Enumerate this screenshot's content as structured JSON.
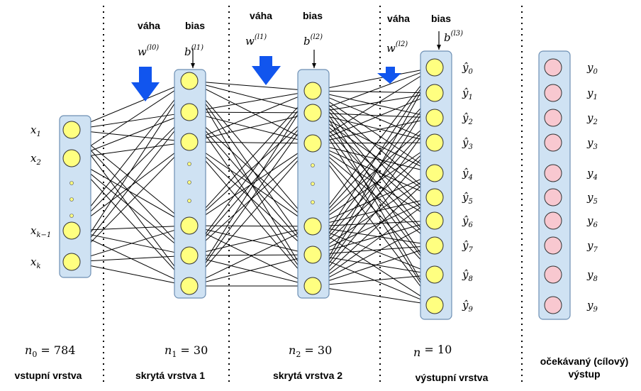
{
  "layers": [
    {
      "n_label": "n0 = 784",
      "n_sym": "n",
      "n_sub": "0",
      "n_eq": " = 784",
      "name": "vstupní vrstva",
      "input_labels": [
        {
          "base": "x",
          "sub": "1"
        },
        {
          "base": "x",
          "sub": "2"
        },
        {
          "base": "x",
          "sub": "k−1"
        },
        {
          "base": "x",
          "sub": "k"
        }
      ]
    },
    {
      "n_sym": "n",
      "n_sub": "1",
      "n_eq": " = 30",
      "name": "skrytá vrstva 1",
      "weight_word": "váha",
      "bias_word": "bias",
      "weight_sym": "w",
      "weight_sup": "(l0)",
      "bias_sym": "b",
      "bias_sup": "(l1)"
    },
    {
      "n_sym": "n",
      "n_sub": "2",
      "n_eq": " = 30",
      "name": "skrytá vrstva 2",
      "weight_word": "váha",
      "bias_word": "bias",
      "weight_sym": "w",
      "weight_sup": "(l1)",
      "bias_sym": "b",
      "bias_sup": "(l2)"
    },
    {
      "n_sym": "n",
      "n_sub": "",
      "n_eq": " = 10",
      "name": "výstupní vrstva",
      "weight_word": "váha",
      "bias_word": "bias",
      "weight_sym": "w",
      "weight_sup": "(l2)",
      "bias_sym": "b",
      "bias_sup": "(l3)",
      "output_labels": [
        {
          "base": "ŷ",
          "sub": "0"
        },
        {
          "base": "ŷ",
          "sub": "1"
        },
        {
          "base": "ŷ",
          "sub": "2"
        },
        {
          "base": "ŷ",
          "sub": "3"
        },
        {
          "base": "ŷ",
          "sub": "4"
        },
        {
          "base": "ŷ",
          "sub": "5"
        },
        {
          "base": "ŷ",
          "sub": "6"
        },
        {
          "base": "ŷ",
          "sub": "7"
        },
        {
          "base": "ŷ",
          "sub": "8"
        },
        {
          "base": "ŷ",
          "sub": "9"
        }
      ]
    },
    {
      "name_line1": "očekávaný (cílový)",
      "name_line2": "výstup",
      "target_labels": [
        {
          "base": "y",
          "sub": "0"
        },
        {
          "base": "y",
          "sub": "1"
        },
        {
          "base": "y",
          "sub": "2"
        },
        {
          "base": "y",
          "sub": "3"
        },
        {
          "base": "y",
          "sub": "4"
        },
        {
          "base": "y",
          "sub": "5"
        },
        {
          "base": "y",
          "sub": "6"
        },
        {
          "base": "y",
          "sub": "7"
        },
        {
          "base": "y",
          "sub": "8"
        },
        {
          "base": "y",
          "sub": "9"
        }
      ]
    }
  ],
  "colors": {
    "layer_box": "#cfe2f3",
    "layer_border": "#6d8fb3",
    "neuron": "#ffff80",
    "target_neuron": "#f8c8d0",
    "arrow": "#1155ee"
  }
}
